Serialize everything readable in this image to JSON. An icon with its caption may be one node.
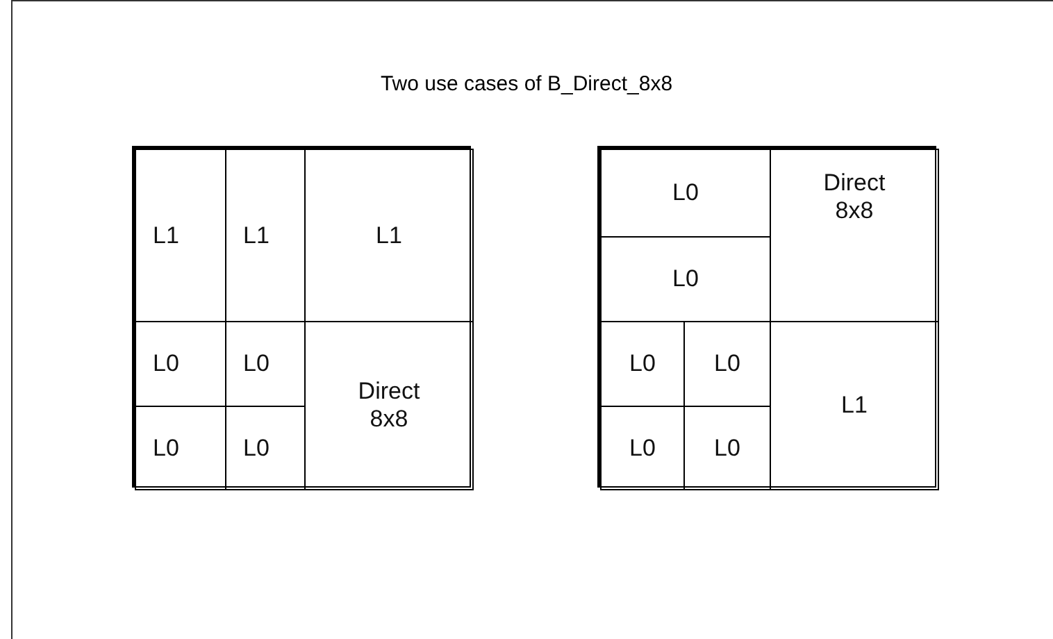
{
  "diagram": {
    "title": "Two use cases of B_Direct_8x8",
    "nodes": [
      {
        "text": [],
        "shape": "box"
      },
      {
        "text": [
          "L1"
        ],
        "in": 0
      },
      {
        "text": [
          "L1"
        ],
        "in": 0
      },
      {
        "text": [
          "L1"
        ],
        "in": 0
      },
      {
        "text": [
          "L0"
        ],
        "in": 0
      },
      {
        "text": [
          "L0"
        ],
        "in": 0
      },
      {
        "text": [
          "Direct 8x8"
        ],
        "in": 0
      },
      {
        "text": [
          "L0"
        ],
        "in": 0
      },
      {
        "text": [
          "L0"
        ],
        "in": 0
      },
      {
        "text": [],
        "shape": "box"
      },
      {
        "text": [
          "L0"
        ],
        "in": 9
      },
      {
        "text": [
          "Direct 8x8"
        ],
        "in": 9
      },
      {
        "text": [
          "L0"
        ],
        "in": 9
      },
      {
        "text": [
          "L0"
        ],
        "in": 9
      },
      {
        "text": [
          "L0"
        ],
        "in": 9
      },
      {
        "text": [
          "L1"
        ],
        "in": 9
      },
      {
        "text": [
          "L0"
        ],
        "in": 9
      },
      {
        "text": [
          "L0"
        ],
        "in": 9
      }
    ],
    "edges": []
  }
}
